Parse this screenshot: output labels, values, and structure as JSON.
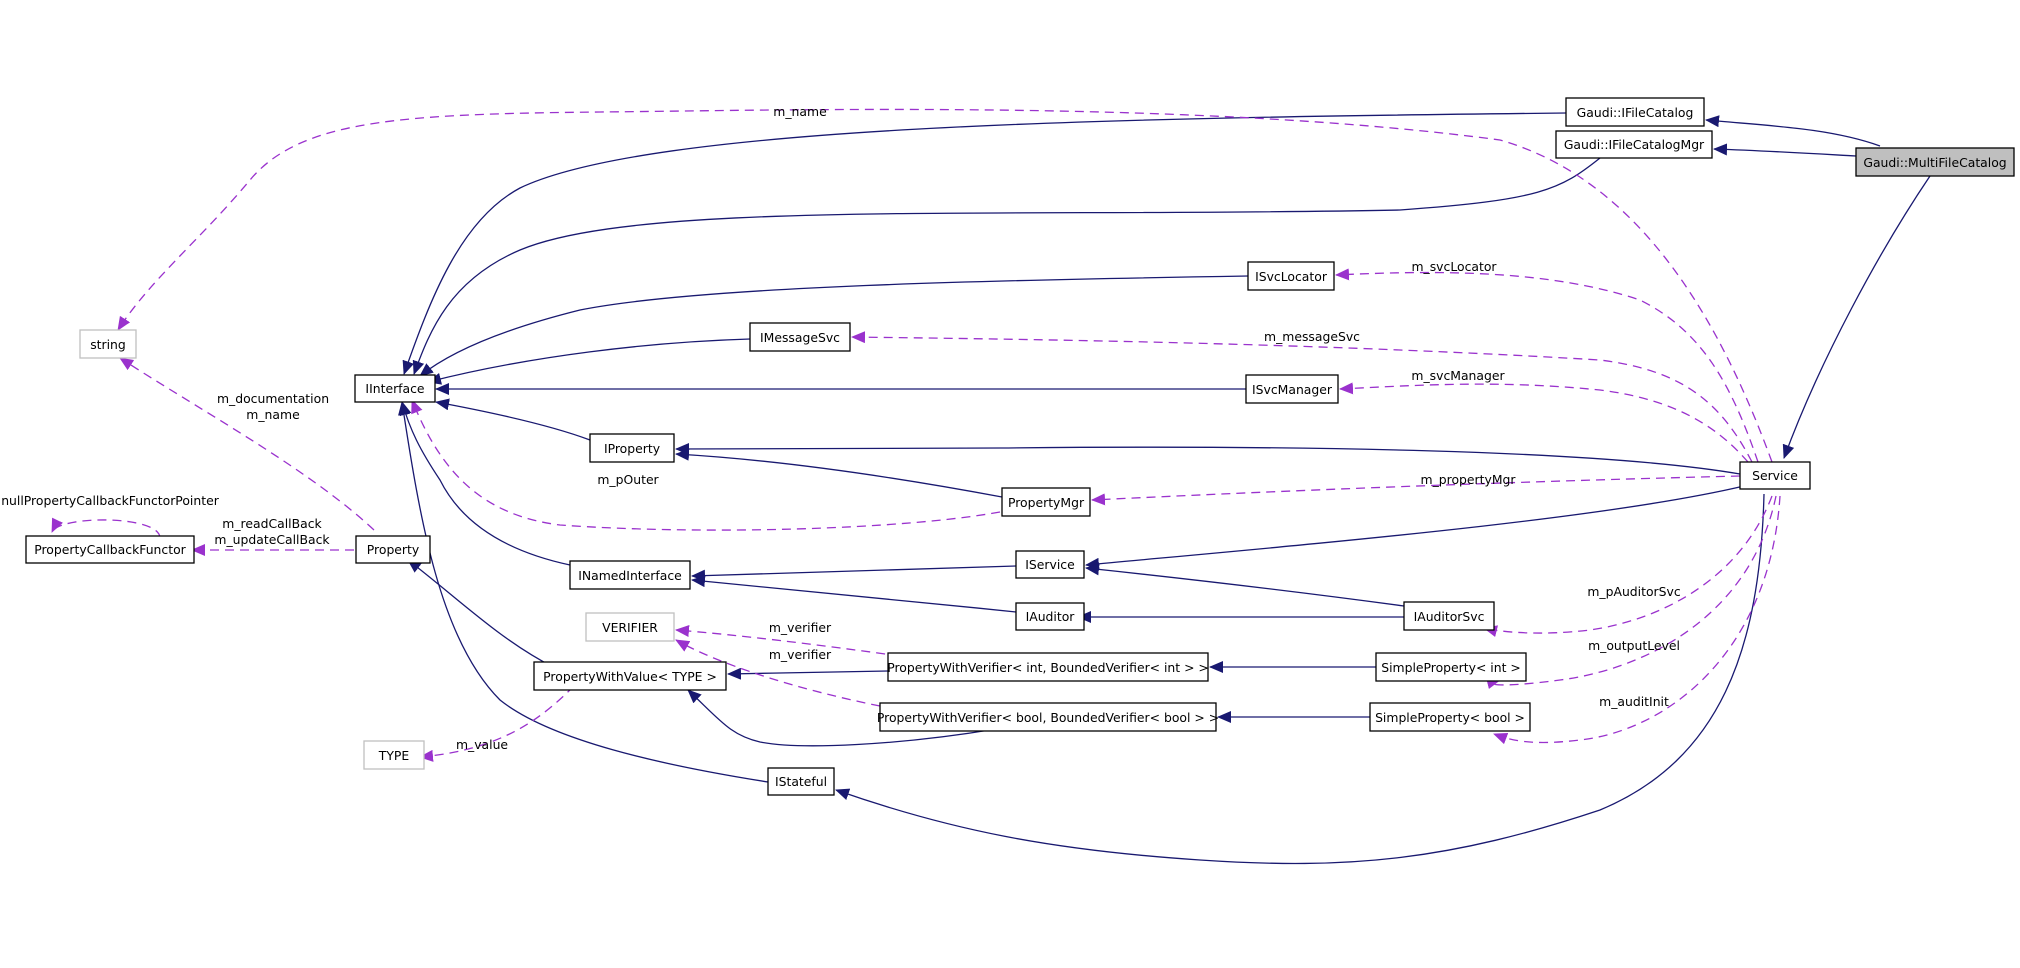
{
  "diagram_title": "",
  "colors": {
    "inheritance": "#191970",
    "usage": "#9a32cd",
    "focus_fill": "#bfbfbf",
    "external_border": "#c0c0c0"
  },
  "nodes": {
    "string": "string",
    "iinterface": "IInterface",
    "property_callback_functor": "PropertyCallbackFunctor",
    "property": "Property",
    "verifier": "VERIFIER",
    "type": "TYPE",
    "property_with_value": "PropertyWithValue< TYPE >",
    "inamed_interface": "INamedInterface",
    "iproperty": "IProperty",
    "imessage_svc": "IMessageSvc",
    "istateful": "IStateful",
    "property_mgr": "PropertyMgr",
    "iservice": "IService",
    "iauditor": "IAuditor",
    "pwv_int": "PropertyWithVerifier< int, BoundedVerifier< int > >",
    "pwv_bool": "PropertyWithVerifier< bool, BoundedVerifier< bool > >",
    "isvc_locator": "ISvcLocator",
    "isvc_manager": "ISvcManager",
    "simple_property_int": "SimpleProperty< int >",
    "simple_property_bool": "SimpleProperty< bool >",
    "iauditor_svc": "IAuditorSvc",
    "ifile_catalog": "Gaudi::IFileCatalog",
    "ifile_catalog_mgr": "Gaudi::IFileCatalogMgr",
    "service": "Service",
    "multi_file_catalog": "Gaudi::MultiFileCatalog"
  },
  "edge_labels": {
    "m_name_top": "m_name",
    "m_documentation": "m_documentation",
    "m_name_property": "m_name",
    "null_callback": "nullPropertyCallbackFunctorPointer",
    "m_read_callback": "m_readCallBack",
    "m_update_callback": "m_updateCallBack",
    "m_pouter": "m_pOuter",
    "m_verifier_1": "m_verifier",
    "m_verifier_2": "m_verifier",
    "m_value": "m_value",
    "m_svc_locator": "m_svcLocator",
    "m_message_svc": "m_messageSvc",
    "m_svc_manager": "m_svcManager",
    "m_property_mgr": "m_propertyMgr",
    "m_paudit_svc": "m_pAuditorSvc",
    "m_output_level": "m_outputLevel",
    "m_audit_init": "m_auditInit"
  }
}
